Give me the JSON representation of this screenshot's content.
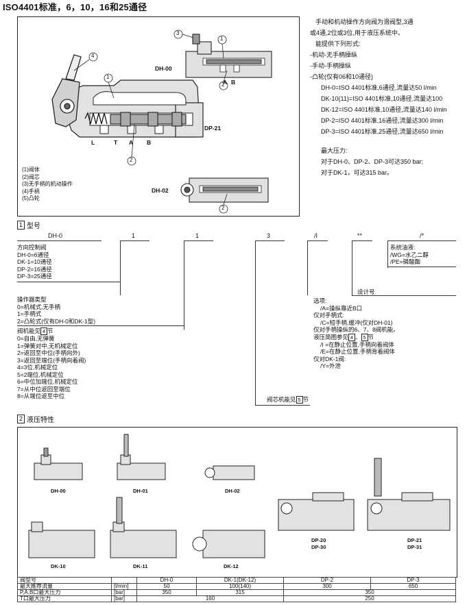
{
  "page_title": "ISO4401标准，6，10，16和25通径",
  "figure1": {
    "labels": [
      "DH-00",
      "DP-21",
      "DH-02"
    ],
    "callouts": [
      "1",
      "2",
      "3",
      "4"
    ],
    "port_labels": [
      "A",
      "B",
      "L",
      "T"
    ],
    "legend": [
      "(1)阀体",
      "(2)阀芯",
      "(3)无手柄的机动操作",
      "(4)手柄",
      "(5)凸轮"
    ]
  },
  "intro": {
    "lines": [
      "手动和机动操作方向阀为滑阀型,3通",
      "或4通,2位或3位,用于液压系统中。",
      "能提供下列形式:",
      "-机动-无手柄操纵",
      "-手动-手柄操纵",
      "-凸轮(仅有06和10通径)"
    ],
    "sizes": [
      "DH-0=ISO 4401标准,6通径,流量达50 l/min",
      "DK-10(11)=ISO 4401标准,10通径,流量达100",
      "DK-12=ISO 4401标准,10通径,流量达140 l/min",
      "DP-2=ISO 4401标准,16通径,流量达300 l/min",
      "DP-3=ISO 4401标准,25通径,流量达650 l/min"
    ],
    "pressure_title": "最大压力:",
    "pressure_lines": [
      "对于DH-0、DP-2、DP-3可达350 bar;",
      "对于DK-1，可达315 bar。"
    ]
  },
  "section1": {
    "num": "1",
    "title": "型号",
    "code": [
      "DH-0",
      "1",
      "1",
      "3",
      "/I",
      "**",
      "/*"
    ],
    "direction": [
      "方向控制阀",
      "DH-0=6通径",
      "DK-1=10通径",
      "DP-2=16通径",
      "DP-3=25通径"
    ],
    "operator": [
      "操作器类型",
      "0=机械式,无手柄",
      "1=手柄式",
      "2=凸轮式(仅有DH-0和DK-1型)"
    ],
    "function_title_pre": "阀机能见",
    "function_title_num": "4",
    "function_title_post": "节",
    "functions": [
      "0=自由,无弹簧",
      "1=弹簧对中,无机械定位",
      "2=返回至中位(手柄向外)",
      "3=返回至端位(手柄向着阀)",
      "4=3位,机械定位",
      "5=2端位,机械定位",
      "6=中位加端位,机械定位",
      "7=从中位返回至端位",
      "8=从端位返至中位"
    ],
    "spool_pre": "阀芯机能见",
    "spool_num": "5",
    "spool_post": "节",
    "seal_title": "系统油液:",
    "seals": [
      "/WG=水乙二醇",
      "/PE=磷酸酯"
    ],
    "design": "设计号",
    "options": [
      "选项:",
      "/A=操纵靠近B口",
      "仅对手柄式:",
      "/C=短手柄,缓冲(仅对DH-01)",
      "仅对手柄操纵的6、7、8阀机能。",
      "/I =在静止位置,手柄向着阀体",
      "/E=在静止位置,手柄背着阀体",
      "仅对DK-1阀:",
      "/Y=外泄"
    ],
    "options_ref_pre": "液压简图参见",
    "options_ref_a": "4",
    "options_ref_b": "5",
    "options_ref_post": "节"
  },
  "section2": {
    "num": "2",
    "title": "液压特性",
    "figures": [
      "DH-00",
      "DH-01",
      "DH-02",
      "DP-20",
      "DP-30",
      "DP-21",
      "DP-31",
      "DK-10",
      "DK-11",
      "DK-12"
    ],
    "table": {
      "header": [
        "阀型号",
        "",
        "DH-0",
        "DK-1(DK-12)",
        "DP-2",
        "DP-3"
      ],
      "row1": [
        "最大推荐流量",
        "[l/min]",
        "50",
        "100(140)",
        "300",
        "650"
      ],
      "row2": [
        "P,A,B口最大压力",
        "[bar]",
        "350",
        "315",
        "350"
      ],
      "row3": [
        "T口最大压力",
        "[bar]",
        "160",
        "250"
      ]
    }
  },
  "colors": {
    "line": "#222222",
    "fill": "#d8d8d8",
    "dark": "#444444"
  }
}
